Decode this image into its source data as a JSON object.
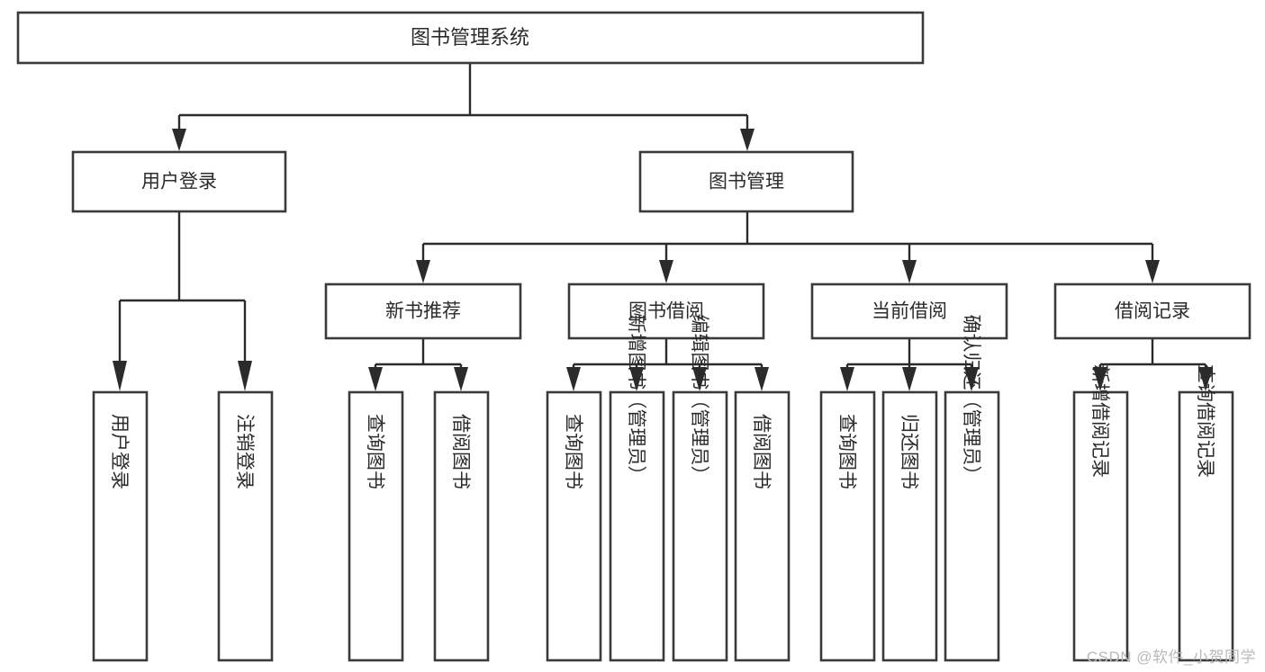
{
  "diagram": {
    "type": "tree-hierarchy-chart",
    "title_node": "图书管理系统",
    "watermark": "CSDN @软件_小贺同学",
    "colors": {
      "box_stroke": "#3a3a3a",
      "box_fill": "#ffffff",
      "line": "#2b2b2b",
      "text": "#2b2b2b",
      "background": "#ffffff",
      "watermark": "#b9b9b9"
    },
    "level1": {
      "label": "图书管理系统"
    },
    "level2": [
      {
        "label": "用户登录"
      },
      {
        "label": "图书管理"
      }
    ],
    "level3": [
      {
        "label": "新书推荐"
      },
      {
        "label": "图书借阅"
      },
      {
        "label": "当前借阅"
      },
      {
        "label": "借阅记录"
      }
    ],
    "leaves": {
      "user_login": [
        {
          "label": "用户登录"
        },
        {
          "label": "注销登录"
        }
      ],
      "new_book_recommend": [
        {
          "label": "查询图书"
        },
        {
          "label": "借阅图书"
        }
      ],
      "book_borrow": [
        {
          "label": "查询图书"
        },
        {
          "label": "新增图书（管理员）"
        },
        {
          "label": "编辑图书（管理员）"
        },
        {
          "label": "借阅图书"
        }
      ],
      "current_borrow": [
        {
          "label": "查询图书"
        },
        {
          "label": "归还图书"
        },
        {
          "label": "确认归还（管理员）"
        }
      ],
      "borrow_record": [
        {
          "label": "新增借阅记录"
        },
        {
          "label": "查询借阅记录"
        }
      ]
    }
  }
}
